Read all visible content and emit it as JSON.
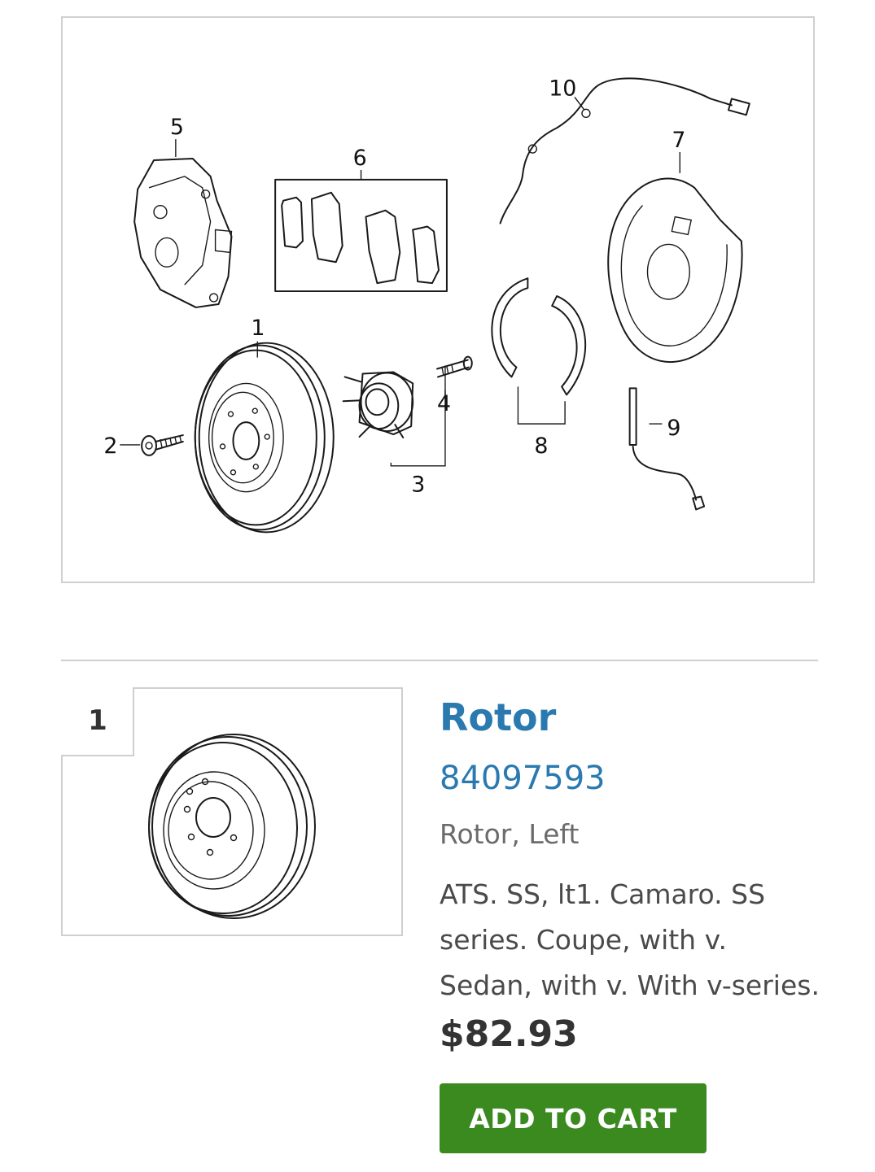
{
  "diagram": {
    "callouts": [
      "1",
      "2",
      "3",
      "4",
      "5",
      "6",
      "7",
      "8",
      "9",
      "10"
    ]
  },
  "product": {
    "callout_number": "1",
    "name": "Rotor",
    "part_number": "84097593",
    "description": "Rotor, Left",
    "fitment": "ATS. SS, lt1. Camaro. SS series. Coupe, with v. Sedan, with v. With v-series.",
    "price": "$82.93",
    "add_to_cart_label": "ADD TO CART"
  },
  "colors": {
    "link": "#2a7ab0",
    "button": "#3a8a20",
    "border": "#d0d0d0"
  }
}
